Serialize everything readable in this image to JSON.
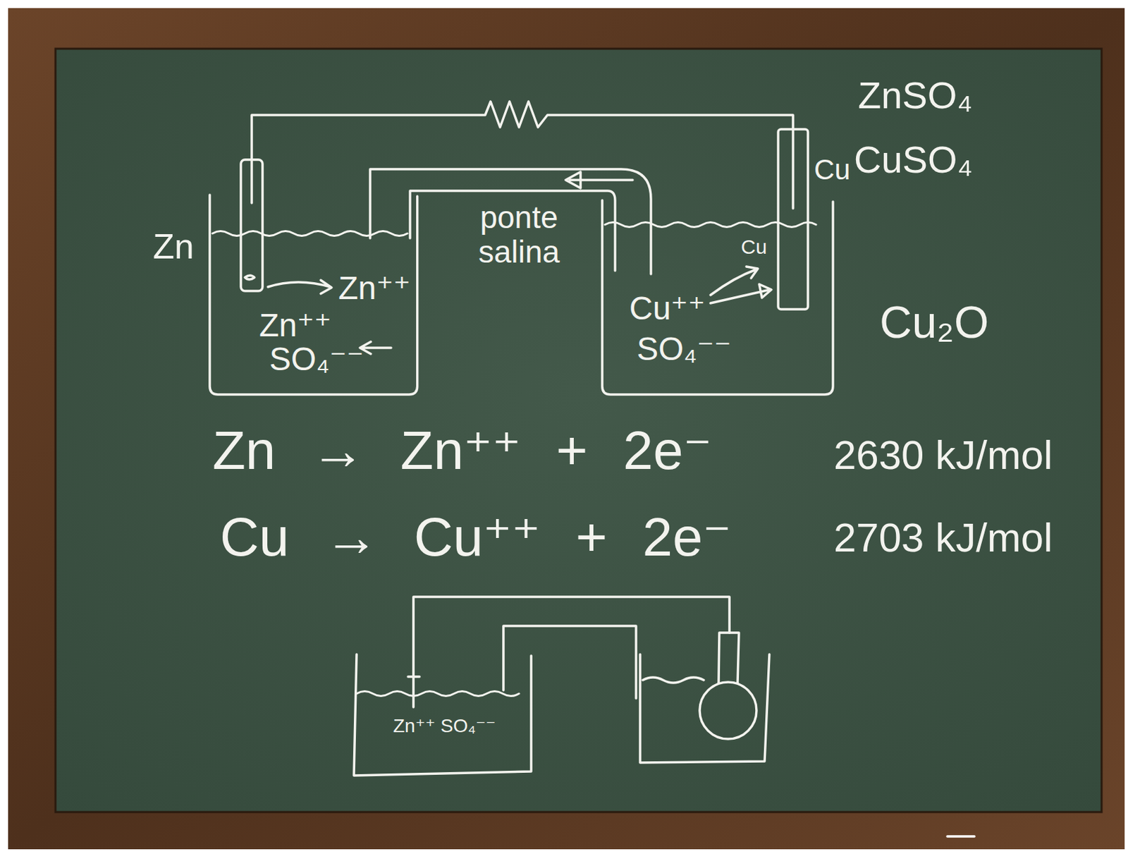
{
  "diagram": {
    "nodes": [
      {
        "text": [
          "Zn⁺⁺",
          "Zn⁺⁺",
          "SO₄⁻⁻"
        ]
      },
      {
        "text": [
          "Cu",
          "Cu⁺⁺",
          "SO₄⁻⁻"
        ]
      },
      {
        "text": [
          "Zn⁺⁺ SO₄⁻⁻"
        ]
      }
    ],
    "edges": [
      {
        "from": 0,
        "to": 1,
        "arrow": "none"
      }
    ],
    "labels": [
      "ZnSO₄",
      "Cu",
      "CuSO₄",
      "Zn",
      "ponte salina",
      "Cu₂O",
      "Zn → Zn⁺⁺ + 2e⁻",
      "2630 kJ/mol",
      "Cu → Cu⁺⁺ + 2e⁻",
      "2703 kJ/mol"
    ]
  }
}
